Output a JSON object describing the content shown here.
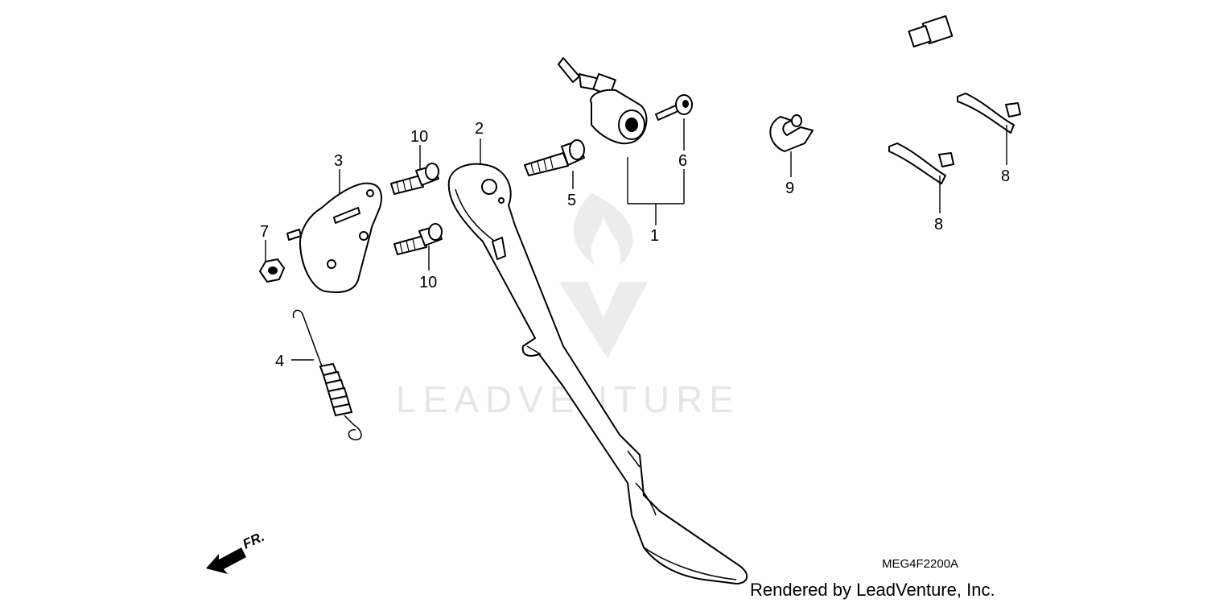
{
  "diagram": {
    "watermark": "LEADVENTURE",
    "diagram_code": "MEG4F2200A",
    "credit": "Rendered by LeadVenture, Inc.",
    "front_indicator": "FR.",
    "callouts": {
      "c1": "1",
      "c2": "2",
      "c3": "3",
      "c4": "4",
      "c5": "5",
      "c6": "6",
      "c7": "7",
      "c8a": "8",
      "c8b": "8",
      "c9": "9",
      "c10a": "10",
      "c10b": "10"
    }
  }
}
